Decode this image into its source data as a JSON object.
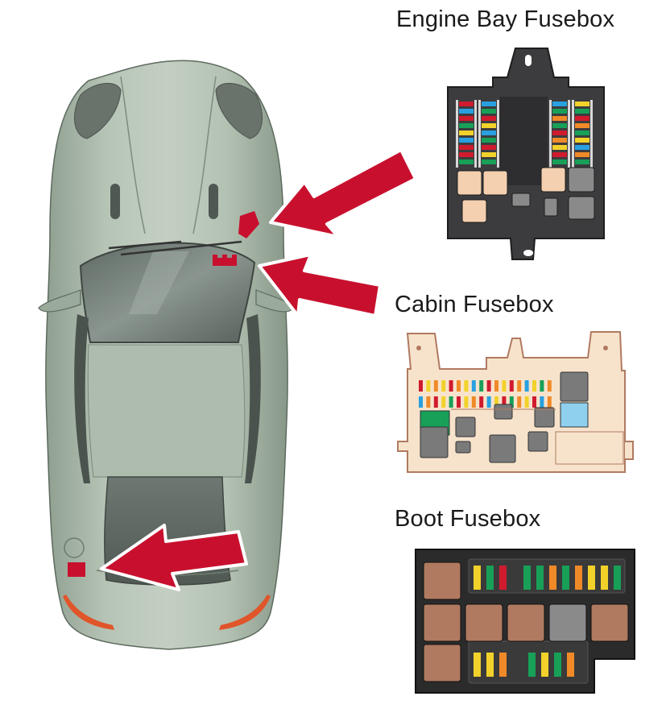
{
  "labels": {
    "engine_bay": "Engine Bay Fusebox",
    "cabin": "Cabin Fusebox",
    "boot": "Boot Fusebox"
  },
  "colors": {
    "arrow": "#c8102e",
    "car_body": "#a9b8a9",
    "car_dark": "#7d8d7e",
    "glass": "#6f7a72",
    "engine_box": "#3a3a3c",
    "cabin_box": "#f7e3cc",
    "boot_box": "#2b2b2b",
    "relay_tan": "#f4d0b0",
    "relay_grey": "#8a8a8a",
    "relay_brown": "#b07a60",
    "fuse_red": "#d01b2e",
    "fuse_blue": "#29a0e0",
    "fuse_green": "#18a058",
    "fuse_yellow": "#f2d22a",
    "fuse_orange": "#f08a28"
  },
  "engine_fuse_columns": [
    [
      "red",
      "blue",
      "red",
      "green",
      "yellow",
      "blue",
      "red",
      "red",
      "green"
    ],
    [
      "blue",
      "green",
      "red",
      "yellow",
      "blue",
      "green",
      "red",
      "yellow",
      "green"
    ],
    [
      "blue",
      "green",
      "orange",
      "green",
      "red",
      "orange",
      "yellow",
      "red",
      "green"
    ],
    [
      "yellow",
      "green",
      "red",
      "orange",
      "green",
      "yellow",
      "blue",
      "orange",
      "green"
    ]
  ],
  "cabin_fuse_rows": [
    [
      "red",
      "yellow",
      "orange",
      "yellow",
      "red",
      "orange",
      "yellow",
      "blue",
      "green",
      "red",
      "orange",
      "yellow",
      "red",
      "orange",
      "blue",
      "yellow",
      "green",
      "orange"
    ],
    [
      "blue",
      "orange",
      "red",
      "yellow",
      "green",
      "red",
      "yellow",
      "orange",
      "red",
      "blue",
      "yellow",
      "red",
      "green",
      "orange",
      "yellow",
      "red",
      "blue",
      "orange"
    ]
  ],
  "boot_fuse_rows": [
    [
      "yellow",
      "green",
      "red",
      "green",
      "green",
      "orange",
      "green",
      "orange",
      "yellow",
      "yellow",
      "green"
    ],
    [
      "yellow",
      "yellow",
      "orange",
      "green",
      "yellow",
      "green",
      "orange"
    ]
  ],
  "callouts": [
    {
      "name": "engine-bay-locator",
      "color": "red"
    },
    {
      "name": "cabin-locator",
      "color": "red"
    },
    {
      "name": "boot-locator",
      "color": "red"
    }
  ]
}
